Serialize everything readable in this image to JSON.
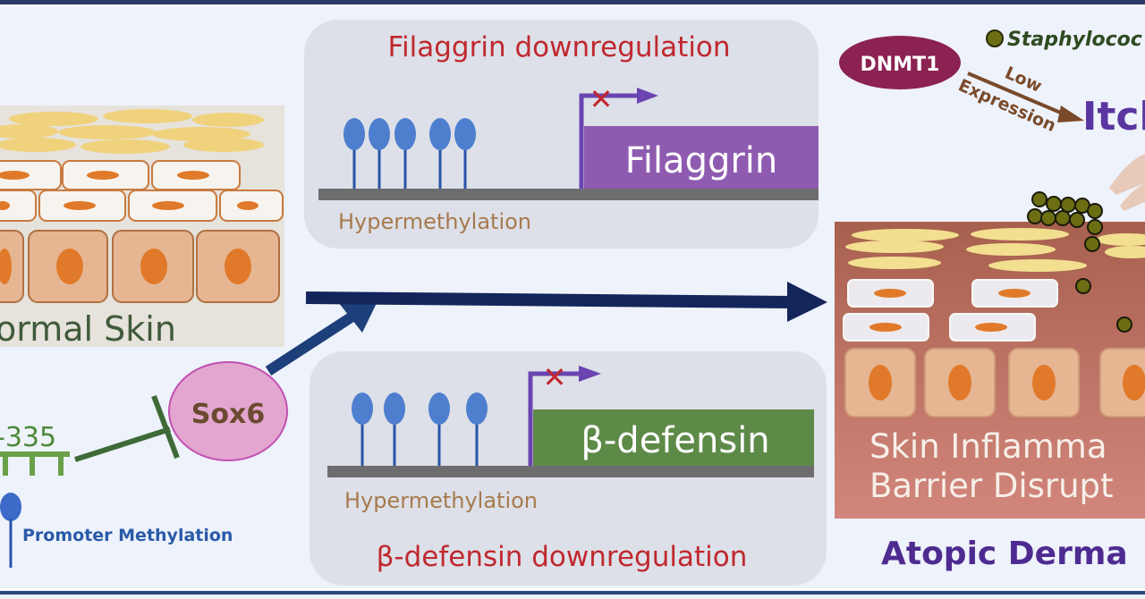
{
  "normal_skin": {
    "label": "ormal Skin"
  },
  "mirna": {
    "label": "-335"
  },
  "promoter": {
    "label": "Promoter Methylation"
  },
  "sox6": {
    "label": "Sox6"
  },
  "filaggrin_panel": {
    "title": "Filaggrin downregulation",
    "gene_label": "Filaggrin",
    "methylation_label": "Hypermethylation",
    "methyl_marks": 5
  },
  "defensin_panel": {
    "title": "β-defensin downregulation",
    "gene_label": "β-defensin",
    "methylation_label": "Hypermethylation",
    "methyl_marks": 4
  },
  "dnmt1": {
    "label": "DNMT1",
    "arrow_label_top": "Low",
    "arrow_label_bottom": "Expression"
  },
  "staph": {
    "label": "Staphylococ"
  },
  "itch": {
    "label": "Itch"
  },
  "ad_skin": {
    "line1": "Skin Inflamma",
    "line2": "Barrier Disrupt"
  },
  "outcome": {
    "label": "Atopic Derma"
  },
  "colors": {
    "frame": "#2a3a66",
    "background": "#eef2fb",
    "panel": "#dde0e8",
    "filaggrin": "#8e5bb0",
    "defensin": "#5e8a48",
    "downregulation_text": "#c0282f",
    "hypermethylation_text": "#a77a4e",
    "methyl_mark": "#4e7fcf",
    "main_arrow": "#13255a",
    "dnmt1": "#8b2252",
    "sox6": "#e3a6d0",
    "itch": "#5a36a0",
    "outcome": "#4e2b90",
    "staph": "#6b6e12"
  }
}
